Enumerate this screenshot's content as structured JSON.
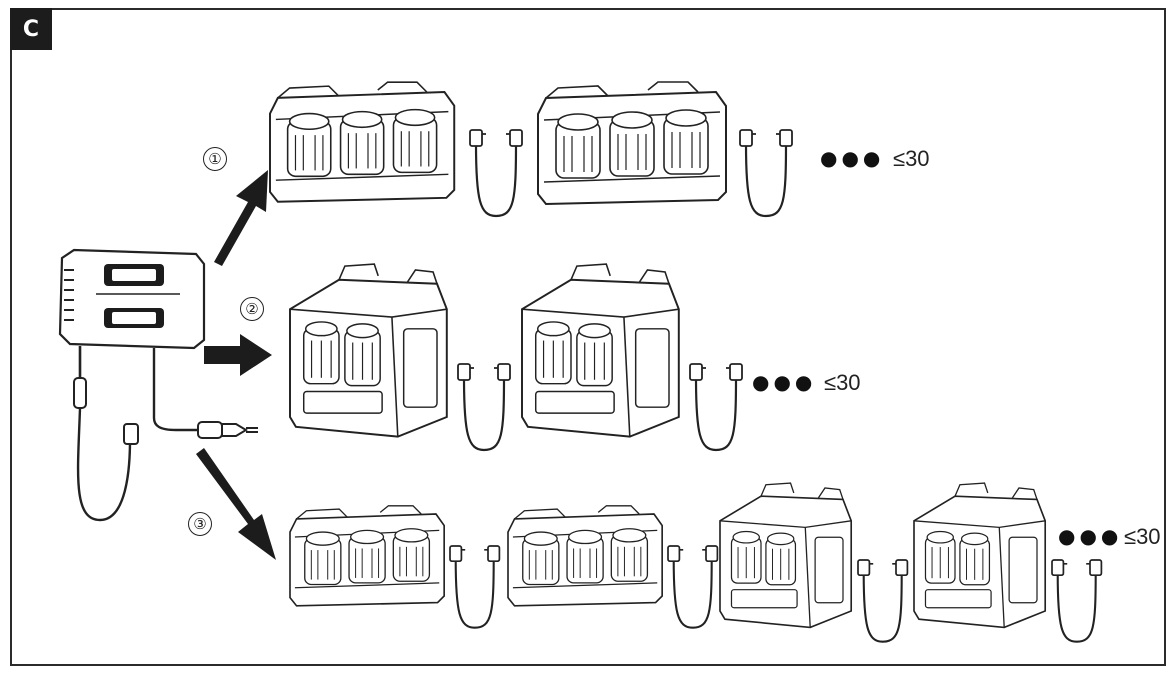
{
  "figure": {
    "corner_label": "C",
    "routes": [
      {
        "marker": "①",
        "limit_label": "≤30"
      },
      {
        "marker": "②",
        "limit_label": "≤30"
      },
      {
        "marker": "③",
        "limit_label": "≤30"
      }
    ],
    "ellipsis": "●●●"
  },
  "colors": {
    "ink": "#1c1c1c",
    "line": "#2b2b2b",
    "fill": "#ffffff"
  }
}
